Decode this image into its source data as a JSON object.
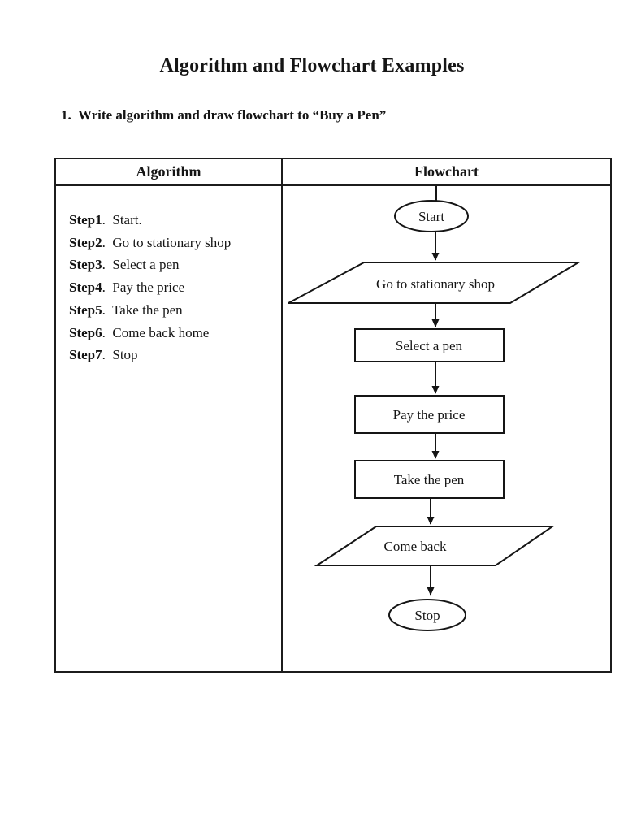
{
  "page": {
    "title": "Algorithm and Flowchart Examples",
    "question": "1.  Write algorithm and draw flowchart to “Buy a Pen”",
    "ink_color": "#151515",
    "background_color": "#ffffff"
  },
  "table": {
    "algorithm_header": "Algorithm",
    "flowchart_header": "Flowchart",
    "algorithm_steps": [
      {
        "label": "Step1",
        "text": ".  Start."
      },
      {
        "label": "Step2",
        "text": ".  Go to stationary shop"
      },
      {
        "label": "Step3",
        "text": ".  Select a pen"
      },
      {
        "label": "Step4",
        "text": ".  Pay the price"
      },
      {
        "label": "Step5",
        "text": ".  Take the pen"
      },
      {
        "label": "Step6",
        "text": ".  Come back home"
      },
      {
        "label": "Step7",
        "text": ".  Stop"
      }
    ]
  },
  "flowchart": {
    "nodes": [
      {
        "type": "terminator",
        "label": "Start"
      },
      {
        "type": "input-output",
        "label": "Go to stationary shop"
      },
      {
        "type": "process",
        "label": "Select a pen"
      },
      {
        "type": "process",
        "label": "Pay the price"
      },
      {
        "type": "process",
        "label": "Take the pen"
      },
      {
        "type": "input-output",
        "label": "Come back"
      },
      {
        "type": "terminator",
        "label": "Stop"
      }
    ]
  }
}
